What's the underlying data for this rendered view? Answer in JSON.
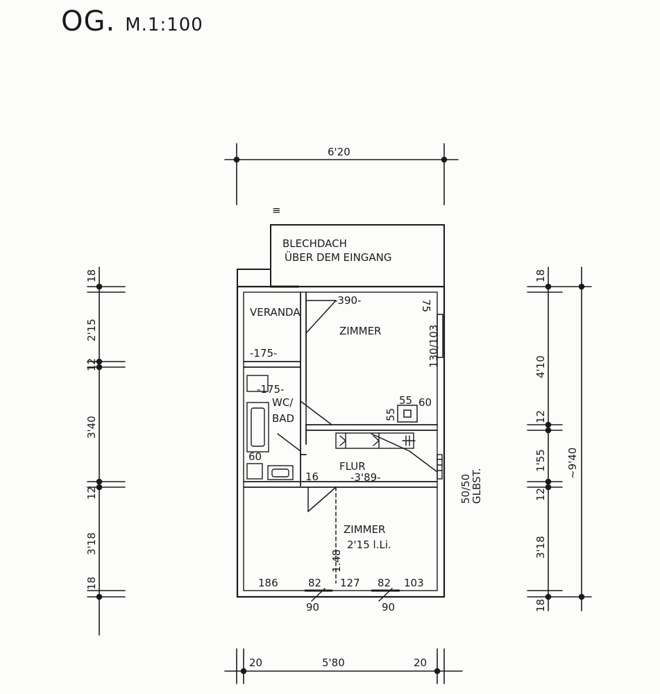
{
  "title": {
    "main": "OG.",
    "scale": "M.1:100"
  },
  "dimensions": {
    "top_width": "6'20",
    "bottom_left": "20",
    "bottom_mid": "5'80",
    "bottom_right": "20",
    "left_chain": [
      "18",
      "2'15",
      "12",
      "3'40",
      "12",
      "3'18",
      "18"
    ],
    "right_chain": [
      "18",
      "4'10",
      "12",
      "1'55",
      "12",
      "3'18",
      "18"
    ],
    "right_total": "~9'40",
    "bottom_inner": [
      "186",
      "82",
      "127",
      "82",
      "103"
    ],
    "door_widths": [
      "90",
      "90"
    ]
  },
  "rooms": {
    "roof_line1": "BLECHDACH",
    "roof_line2": "ÜBER DEM EINGANG",
    "veranda": "VERANDA",
    "veranda_dim": "-175-",
    "zimmer_top": "ZIMMER",
    "zimmer_top_dim": "-390-",
    "zimmer_top_corner": "75",
    "window_top": "130/103",
    "wc_line1": "WC/",
    "wc_line2": "BAD",
    "wc_dim": "-175-",
    "wc_small": "60",
    "flur": "FLUR",
    "flur_dim": "-3'89-",
    "flur_small": "16",
    "stair_note_1": "50/50",
    "stair_note_2": "GLBST.",
    "chimney_a": "55",
    "chimney_b": "60",
    "chimney_c": "55",
    "zimmer_bottom": "ZIMMER",
    "zimmer_bottom_height": "2'15 l.Li.",
    "vertical_small": "1.48"
  }
}
